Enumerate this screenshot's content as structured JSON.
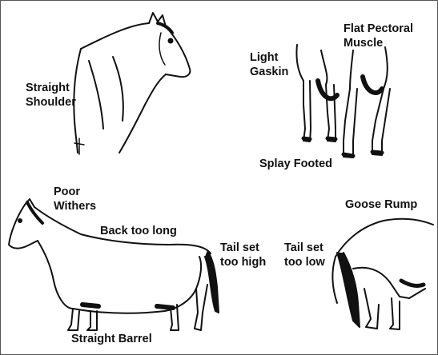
{
  "colors": {
    "ink": "#111111",
    "background": "#ffffff",
    "frame": "#555555"
  },
  "illustrations": [
    {
      "name": "horse-head-neck-straight-shoulder"
    },
    {
      "name": "horse-front-legs-splay-footed"
    },
    {
      "name": "horse-full-body-side"
    },
    {
      "name": "horse-rump-goose"
    }
  ],
  "labels": {
    "straight_shoulder": {
      "line1": "Straight",
      "line2": "Shoulder"
    },
    "light_gaskin": {
      "line1": "Light",
      "line2": "Gaskin"
    },
    "flat_pectoral": {
      "line1": "Flat Pectoral",
      "line2": "Muscle"
    },
    "splay_footed": "Splay Footed",
    "poor_withers": {
      "line1": "Poor",
      "line2": "Withers"
    },
    "back_too_long": "Back too long",
    "tail_set_high": {
      "line1": "Tail set",
      "line2": "too high"
    },
    "tail_set_low": {
      "line1": "Tail set",
      "line2": "too low"
    },
    "goose_rump": "Goose Rump",
    "straight_barrel": "Straight Barrel"
  }
}
